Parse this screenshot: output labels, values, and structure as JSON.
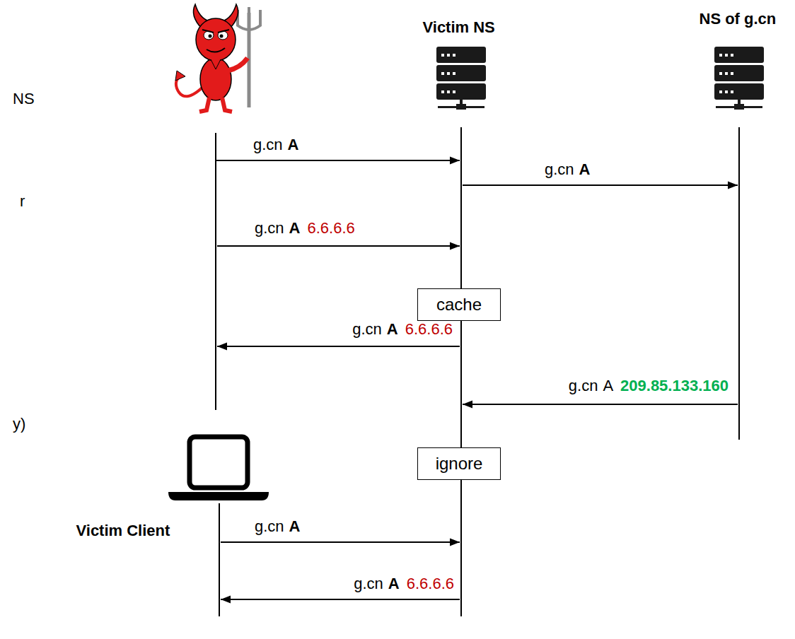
{
  "diagram": {
    "nodes": [
      {
        "text": [
          "Victim NS"
        ]
      },
      {
        "text": [
          "NS of g.cn"
        ]
      },
      {
        "text": [
          "cache"
        ]
      },
      {
        "text": [
          "ignore"
        ]
      },
      {
        "text": [
          "Victim Client"
        ]
      }
    ],
    "labels": [
      "NS",
      "g.cn",
      "A",
      "g.cn",
      "A",
      "r",
      "g.cn",
      "A",
      "6.6.6.6",
      "g.cn",
      "A",
      "6.6.6.6",
      "g.cn",
      "A",
      "209.85.133.160",
      "y)",
      "g.cn",
      "A",
      "g.cn",
      "A",
      "6.6.6.6"
    ]
  }
}
